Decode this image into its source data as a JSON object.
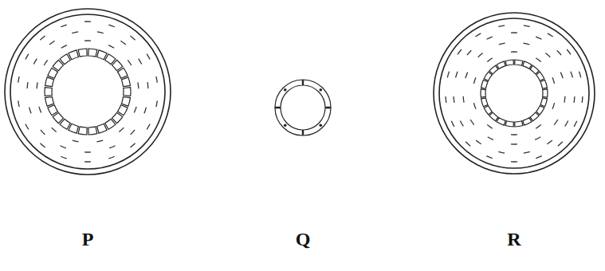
{
  "diagram": {
    "labels": [
      "P",
      "Q",
      "R"
    ]
  }
}
